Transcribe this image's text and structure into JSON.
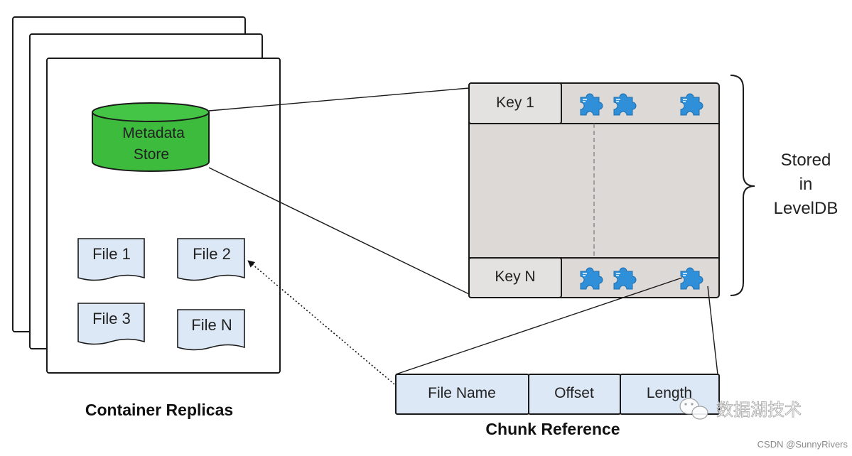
{
  "metadata_store": {
    "line1": "Metadata",
    "line2": "Store"
  },
  "files": [
    "File 1",
    "File 2",
    "File 3",
    "File N"
  ],
  "container_label": "Container Replicas",
  "leveldb_table": {
    "first_key": "Key 1",
    "last_key": "Key N"
  },
  "stored_label": {
    "line1": "Stored",
    "line2": "in",
    "line3": "LevelDB"
  },
  "chunk_reference": {
    "fields": [
      "File Name",
      "Offset",
      "Length"
    ],
    "label": "Chunk Reference"
  },
  "watermark": {
    "wechat": "数据湖技术",
    "csdn": "CSDN @SunnyRivers"
  },
  "colors": {
    "cylinder": "#3dbb3d",
    "file_fill": "#dde8f6",
    "table_fill": "#dcd9d7",
    "key_fill": "#e4e2e0",
    "puzzle": "#2f8fd8"
  }
}
